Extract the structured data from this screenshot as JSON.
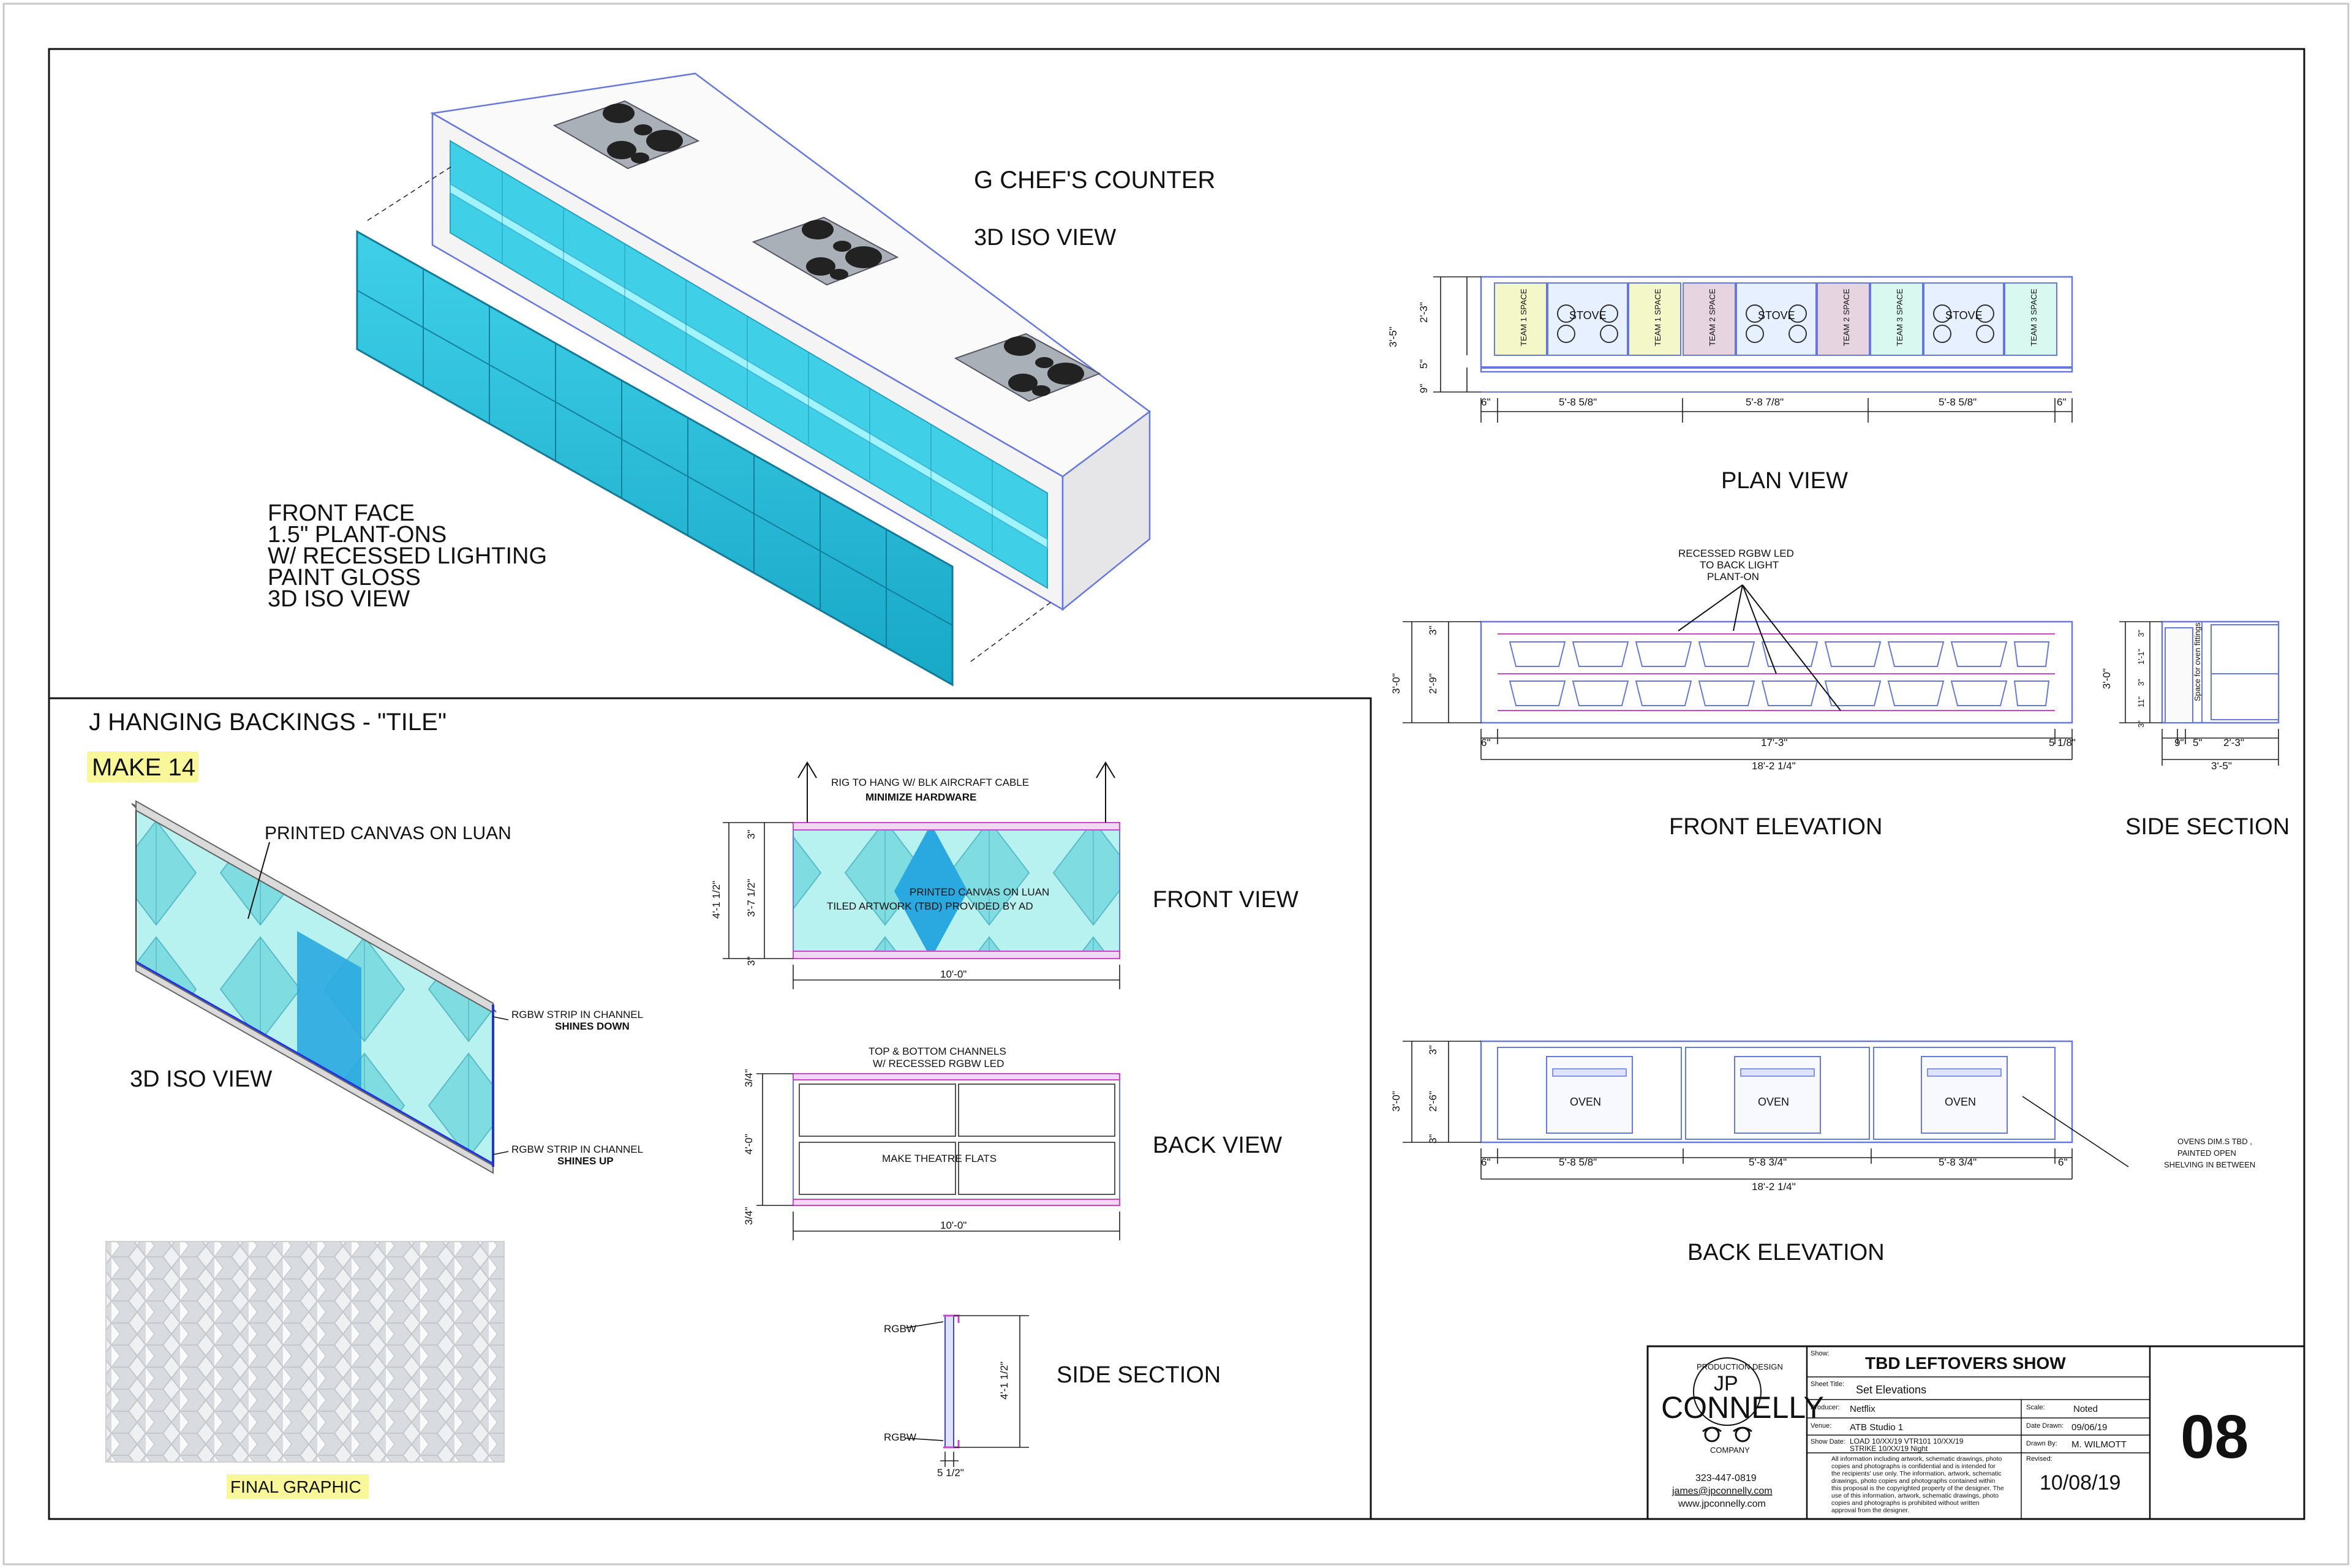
{
  "chef_counter": {
    "title": "G CHEF'S COUNTER",
    "subtitle": "3D ISO VIEW",
    "note_lines": [
      "FRONT FACE",
      "1.5\" PLANT-ONS",
      "W/ RECESSED LIGHTING",
      "PAINT GLOSS",
      "3D ISO VIEW"
    ]
  },
  "plan_view": {
    "title": "PLAN VIEW",
    "spaces": [
      "TEAM 1 SPACE",
      "STOVE",
      "TEAM 1 SPACE",
      "TEAM 2 SPACE",
      "STOVE",
      "TEAM 2 SPACE",
      "TEAM 3 SPACE",
      "STOVE",
      "TEAM 3 SPACE"
    ],
    "dims_v": [
      "3'-5\"",
      "2'-3\"",
      "5\"",
      "9\""
    ],
    "dims_h": [
      "6\"",
      "5'-8 5/8\"",
      "5'-8 7/8\"",
      "5'-8 5/8\"",
      "6\""
    ]
  },
  "front_elevation": {
    "title": "FRONT ELEVATION",
    "note": [
      "RECESSED RGBW LED",
      "TO BACK LIGHT",
      "PLANT-ON"
    ],
    "dims_v": [
      "3\"",
      "3'-0\"",
      "2'-9\""
    ],
    "dims_h": [
      "6\"",
      "17'-3\"",
      "5 1/8\"",
      "18'-2 1/4\""
    ]
  },
  "side_section_counter": {
    "title": "SIDE SECTION",
    "note": "Space for oven fittings",
    "dims_v": [
      "3'-0\"",
      "3\"",
      "1'-1\"",
      "3\"",
      "11\"",
      "3\""
    ],
    "dims_h": [
      "9\"",
      "5\"",
      "2'-3\"",
      "3'-5\""
    ]
  },
  "back_elevation": {
    "title": "BACK ELEVATION",
    "ovens": [
      "OVEN",
      "OVEN",
      "OVEN"
    ],
    "note": [
      "OVENS DIM.S TBD ,",
      "PAINTED OPEN",
      "SHELVING IN BETWEEN"
    ],
    "dims_v": [
      "3\"",
      "3'-0\"",
      "2'-6\"",
      "3\""
    ],
    "dims_h": [
      "6\"",
      "5'-8 5/8\"",
      "5'-8 3/4\"",
      "5'-8 3/4\"",
      "6\"",
      "18'-2 1/4\""
    ]
  },
  "hanging_backings": {
    "title": "J HANGING BACKINGS - \"TILE\"",
    "make": "MAKE 14",
    "canvas_label": "PRINTED CANVAS ON LUAN",
    "iso_label": "3D ISO VIEW",
    "strip_top": [
      "RGBW STRIP  IN CHANNEL",
      "SHINES DOWN"
    ],
    "strip_bottom": [
      "RGBW STRIP  IN CHANNEL",
      "SHINES UP"
    ],
    "final_graphic": "FINAL GRAPHIC"
  },
  "front_view": {
    "title": "FRONT VIEW",
    "rig_note": [
      "RIG TO HANG W/ BLK AIRCRAFT CABLE",
      "MINIMIZE HARDWARE"
    ],
    "art_note": [
      "PRINTED CANVAS ON LUAN",
      "TILED ARTWORK  (TBD) PROVIDED BY AD"
    ],
    "dims_v": [
      "3\"",
      "4'-1 1/2\"",
      "3'-7 1/2\"",
      "3\""
    ],
    "width": "10'-0\""
  },
  "back_view": {
    "title": "BACK VIEW",
    "note": [
      "TOP & BOTTOM CHANNELS",
      "W/ RECESSED RGBW LED"
    ],
    "flats_label": "MAKE THEATRE FLATS",
    "dims_v": [
      "3/4\"",
      "4'-0\"",
      "3/4\""
    ],
    "width": "10'-0\""
  },
  "side_section_backing": {
    "title": "SIDE SECTION",
    "rgbw_top": "RGBW",
    "rgbw_bottom": "RGBW",
    "height": "4'-1 1/2\"",
    "depth": "5 1/2\""
  },
  "title_block": {
    "logo_top": "PRODUCTION DESIGN",
    "logo_initials": "JP",
    "logo_name": "CONNELLY",
    "logo_bottom": "COMPANY",
    "phone": "323-447-0819",
    "email": "james@jpconnelly.com",
    "website": "www.jpconnelly.com",
    "show_label": "Show:",
    "show": "TBD LEFTOVERS SHOW",
    "sheet_title_label": "Sheet Title:",
    "sheet_title": "Set Elevations",
    "producer_label": "Producer:",
    "producer": "Netflix",
    "scale_label": "Scale:",
    "scale": "Noted",
    "venue_label": "Venue:",
    "venue": "ATB Studio 1",
    "date_drawn_label": "Date Drawn:",
    "date_drawn": "09/06/19",
    "show_date_label": "Show Date:",
    "show_date_1": "LOAD  10/XX/19   VTR101  10/XX/19",
    "show_date_2": "STRIKE 10/XX/19 Night",
    "drawn_by_label": "Drawn By:",
    "drawn_by": "M. WILMOTT",
    "disclaimer": [
      "All information including artwork, schematic drawings, photo",
      "copies and photographs is confidential and is intended for",
      "the recipients' use only. The information, artwork, schematic",
      "drawings, photo copies and photographs contained within",
      "this proposal is the copyrighted property of the designer. The",
      "use of this information, artwork, schematic drawings, photo",
      "copies and photographs is prohibited without written",
      "approval from the designer."
    ],
    "revised_label": "Revised:",
    "revised": "10/08/19",
    "sheet_number": "08"
  }
}
